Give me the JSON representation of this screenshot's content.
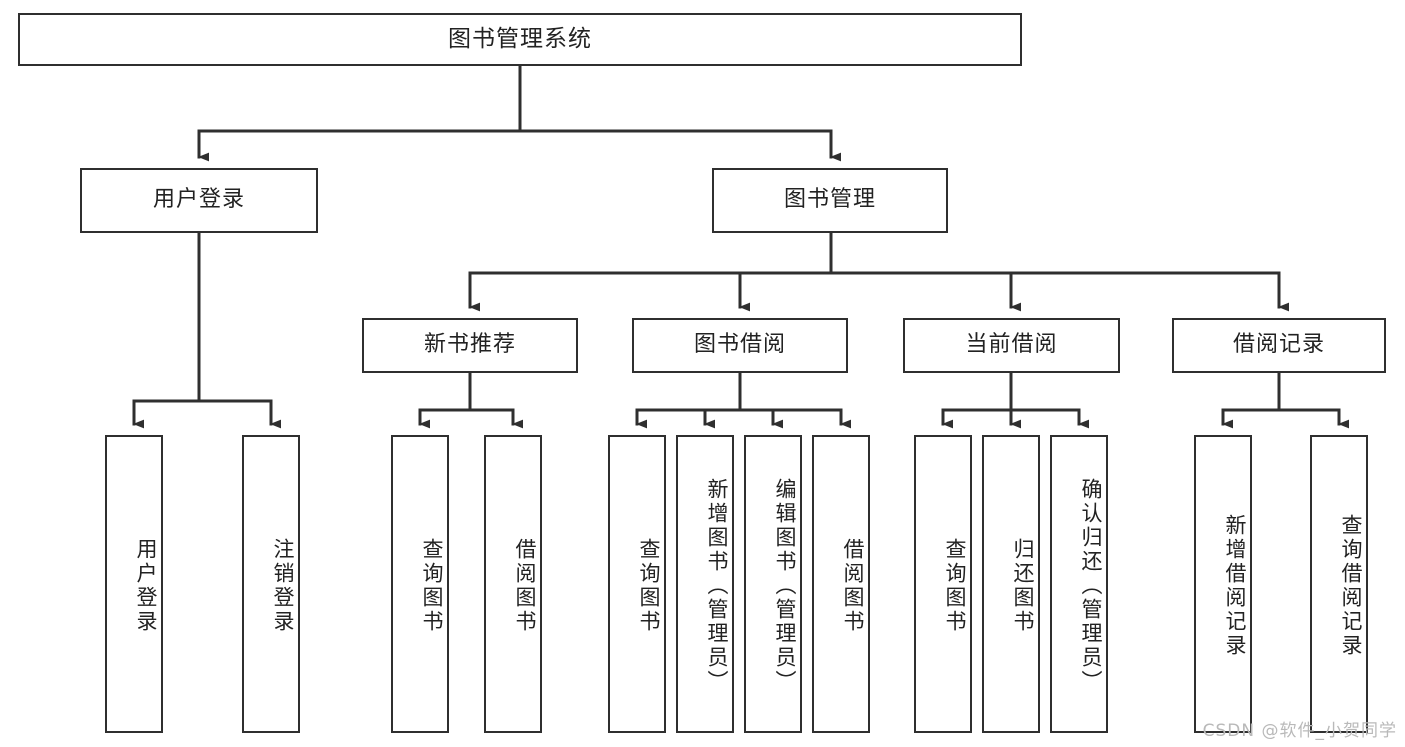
{
  "diagram": {
    "title": "图书管理系统",
    "type": "tree-hierarchy",
    "watermark": "CSDN @软件_小贺同学",
    "colors": {
      "background": "#ffffff",
      "box_stroke": "#2f2f2f",
      "box_fill": "#ffffff",
      "connector": "#2f2f2f",
      "text": "#222222",
      "watermark": "#b9b9b9"
    },
    "levels": {
      "root": {
        "label": "图书管理系统"
      },
      "level2": [
        {
          "label": "用户登录"
        },
        {
          "label": "图书管理"
        }
      ],
      "level3": [
        {
          "label": "新书推荐"
        },
        {
          "label": "图书借阅"
        },
        {
          "label": "当前借阅"
        },
        {
          "label": "借阅记录"
        }
      ],
      "leaves_user_login": [
        {
          "label": "用户登录"
        },
        {
          "label": "注销登录"
        }
      ],
      "leaves_new_book": [
        {
          "label": "查询图书"
        },
        {
          "label": "借阅图书"
        }
      ],
      "leaves_book_borrow": [
        {
          "label": "查询图书"
        },
        {
          "label": "新增图书（管理员）"
        },
        {
          "label": "编辑图书（管理员）"
        },
        {
          "label": "借阅图书"
        }
      ],
      "leaves_current_borrow": [
        {
          "label": "查询图书"
        },
        {
          "label": "归还图书"
        },
        {
          "label": "确认归还（管理员）"
        }
      ],
      "leaves_borrow_record": [
        {
          "label": "新增借阅记录"
        },
        {
          "label": "查询借阅记录"
        }
      ]
    }
  }
}
